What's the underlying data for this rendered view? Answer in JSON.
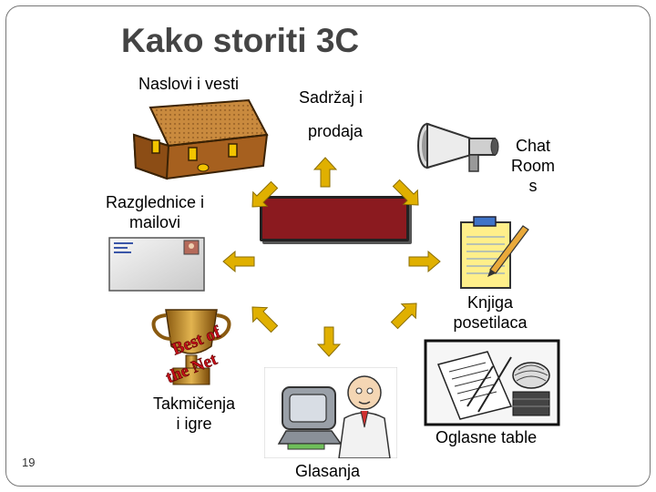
{
  "title": "Kako storiti 3C",
  "page_number": "19",
  "labels": {
    "naslovi": "Naslovi i vesti",
    "sadrzaj_1": "Sadržaj i",
    "sadrzaj_2": "prodaja",
    "chat_1": "Chat",
    "chat_2": "Room",
    "chat_3": "s",
    "razglednice_1": "Razglednice i",
    "razglednice_2": "mailovi",
    "knjiga_1": "Knjiga",
    "knjiga_2": "posetilaca",
    "takmicenja_1": "Takmičenja",
    "takmicenja_2": "i igre",
    "oglasne": "Oglasne table",
    "glasanja": "Glasanja"
  },
  "trophy_text": {
    "line1": "Best of",
    "line2": "the Net"
  },
  "colors": {
    "arrow": "#e0b000",
    "hub": "#8b1a1f",
    "briefcase": "#b5702a",
    "title": "#444444"
  },
  "icons": [
    "briefcase-icon",
    "megaphone-icon",
    "postcard-icon",
    "notepad-icon",
    "trophy-icon",
    "computer-user-icon",
    "bulletin-board-icon"
  ]
}
